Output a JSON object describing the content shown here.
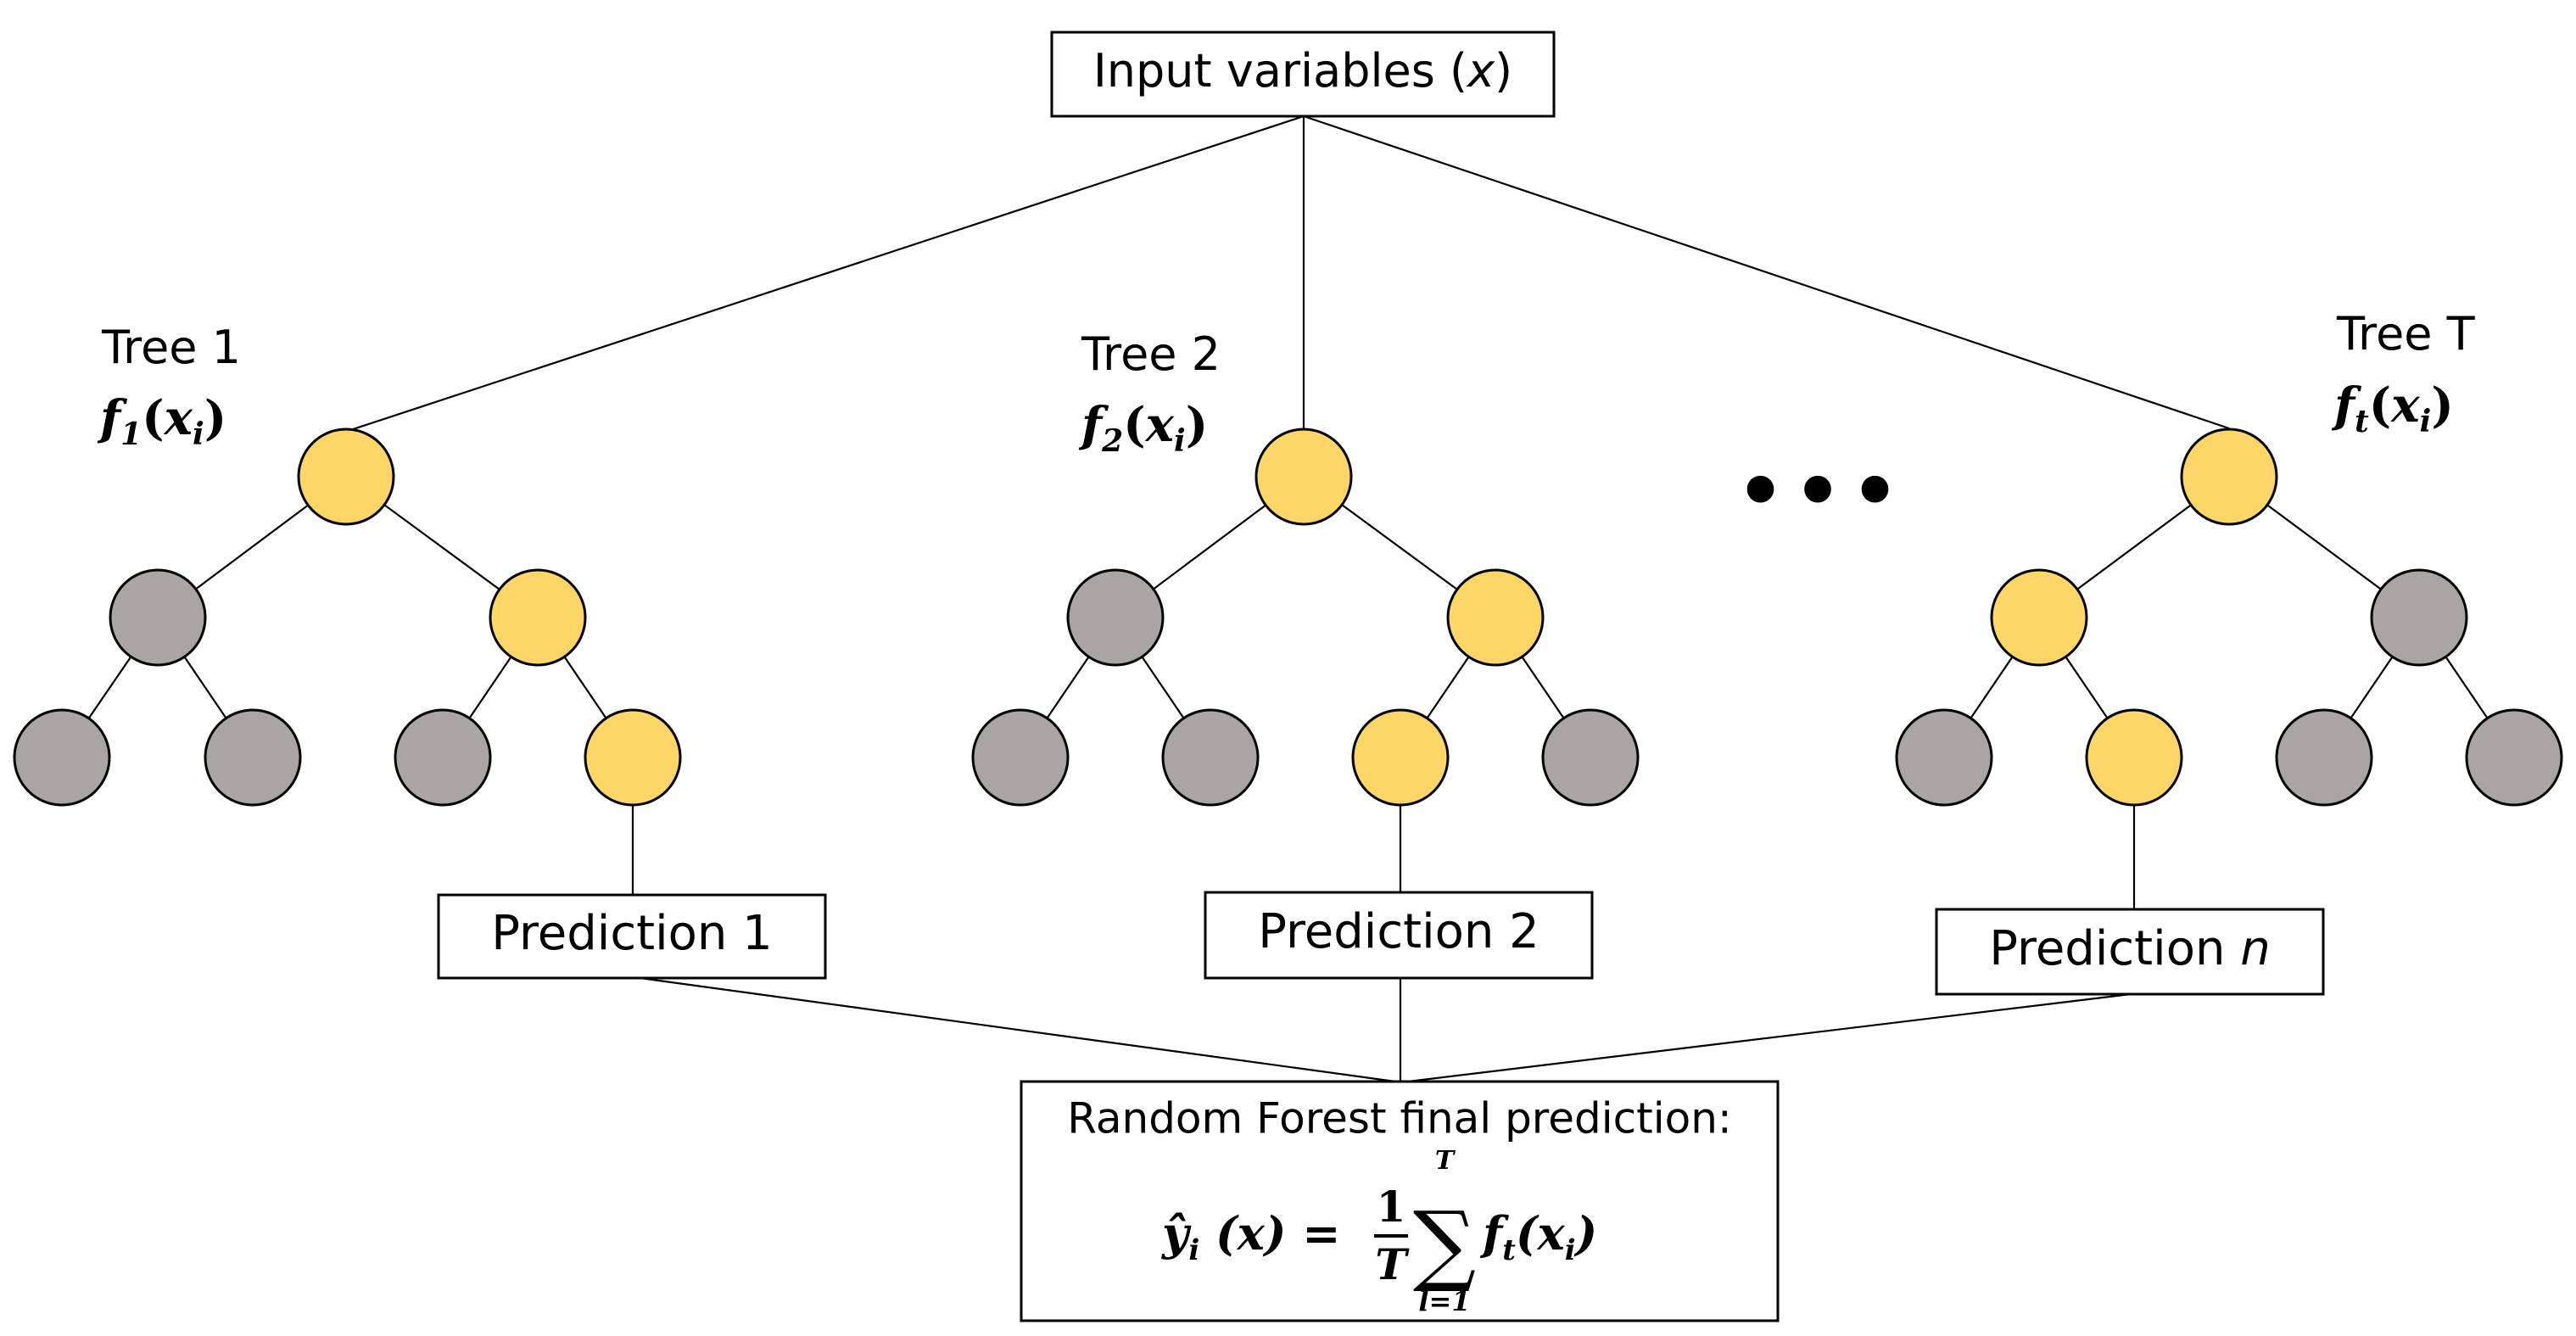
{
  "input_box": {
    "label": "Input variables (",
    "var": "x",
    "close": ")"
  },
  "trees": [
    {
      "title": "Tree 1",
      "fn": "f",
      "sub": "1",
      "arg": "x",
      "argsub": "i",
      "prediction_label": "Prediction 1",
      "prediction_var": ""
    },
    {
      "title": "Tree 2",
      "fn": "f",
      "sub": "2",
      "arg": "x",
      "argsub": "i",
      "prediction_label": "Prediction 2",
      "prediction_var": ""
    },
    {
      "title": "Tree T",
      "fn": "f",
      "sub": "t",
      "arg": "x",
      "argsub": "i",
      "prediction_label": "Prediction ",
      "prediction_var": "n"
    }
  ],
  "ellipsis": "•••",
  "final_box": {
    "title": "Random Forest final prediction:",
    "lhs": "ŷ",
    "lhs_sub": "i",
    "lhs_arg": " (x) =",
    "frac_num": "1",
    "frac_den": "T",
    "sum_symbol": "∑",
    "sum_upper": "T",
    "sum_lower": "l=1",
    "rhs_fn": "f",
    "rhs_sub": "t",
    "rhs_arg": "(x",
    "rhs_argsub": "i",
    "rhs_close": ")"
  },
  "colors": {
    "selected_node": "#FDD667",
    "unselected_node": "#A9A5A5",
    "stroke": "#000000"
  }
}
